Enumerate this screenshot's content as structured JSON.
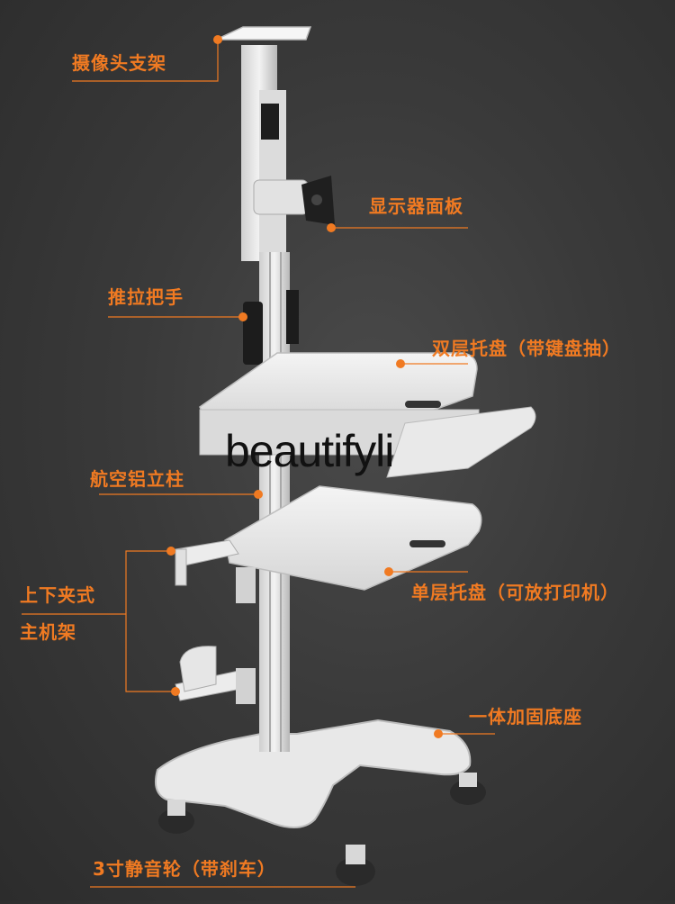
{
  "labels": {
    "camera_mount": "摄像头支架",
    "monitor_panel": "显示器面板",
    "push_handle": "推拉把手",
    "double_tray": "双层托盘（带键盘抽）",
    "aluminum_column": "航空铝立柱",
    "clamp_host_line1": "上下夹式",
    "clamp_host_line2": "主机架",
    "single_tray": "单层托盘（可放打印机）",
    "base": "一体加固底座",
    "casters": "3寸静音轮（带刹车）"
  },
  "watermark": "beautifyli",
  "colors": {
    "accent": "#f07a22",
    "background": "#3a3a3a",
    "cart_white": "#ebebeb"
  }
}
